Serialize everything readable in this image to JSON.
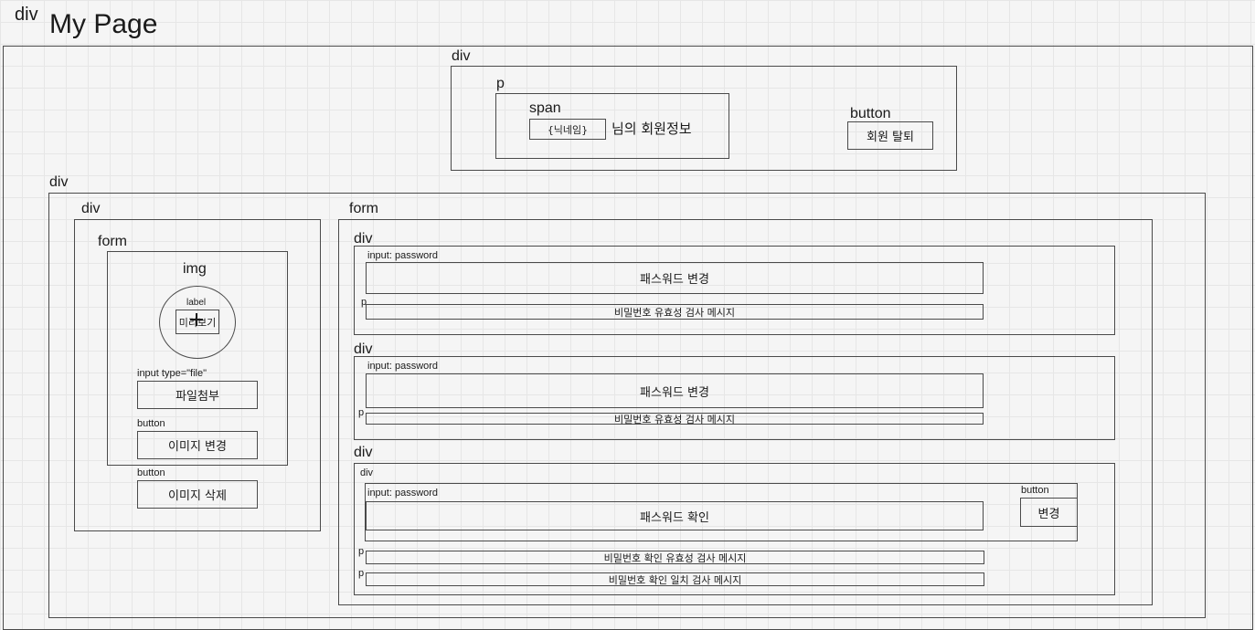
{
  "header": {
    "tag": "div",
    "title": "My Page"
  },
  "outer": {
    "tag": "div"
  },
  "top_section": {
    "tag": "div",
    "p_tag": "p",
    "span_tag": "span",
    "nickname_placeholder": "{닉네임}",
    "suffix_text": "님의 회원정보",
    "button_tag": "button",
    "withdraw_label": "회원 탈퇴"
  },
  "main_section": {
    "tag": "div",
    "image_panel": {
      "tag": "div",
      "form_tag": "form",
      "img_tag": "img",
      "label_tag": "label",
      "preview_label": "미리보기",
      "file_input_tag": "input type=\"file\"",
      "file_attach_label": "파일첨부",
      "change_button_tag": "button",
      "change_image_label": "이미지 변경",
      "delete_button_tag": "button",
      "delete_image_label": "이미지 삭제"
    },
    "password_form": {
      "tag": "form",
      "group1": {
        "tag": "div",
        "input_tag": "input: password",
        "input_label": "패스워드 변경",
        "p_tag": "p",
        "message": "비밀번호 유효성 검사 메시지"
      },
      "group2": {
        "tag": "div",
        "input_tag": "input: password",
        "input_label": "패스워드 변경",
        "p_tag": "p",
        "message": "비밀번호 유효성 검사 메시지"
      },
      "group3": {
        "tag": "div",
        "inner_div_tag": "div",
        "input_tag": "input: password",
        "input_label": "패스워드 확인",
        "button_tag": "button",
        "button_label": "변경",
        "p1_tag": "p",
        "message1": "비밀번호 확인 유효성 검사 메시지",
        "p2_tag": "p",
        "message2": "비밀번호 확인 일치 검사 메시지"
      }
    }
  }
}
